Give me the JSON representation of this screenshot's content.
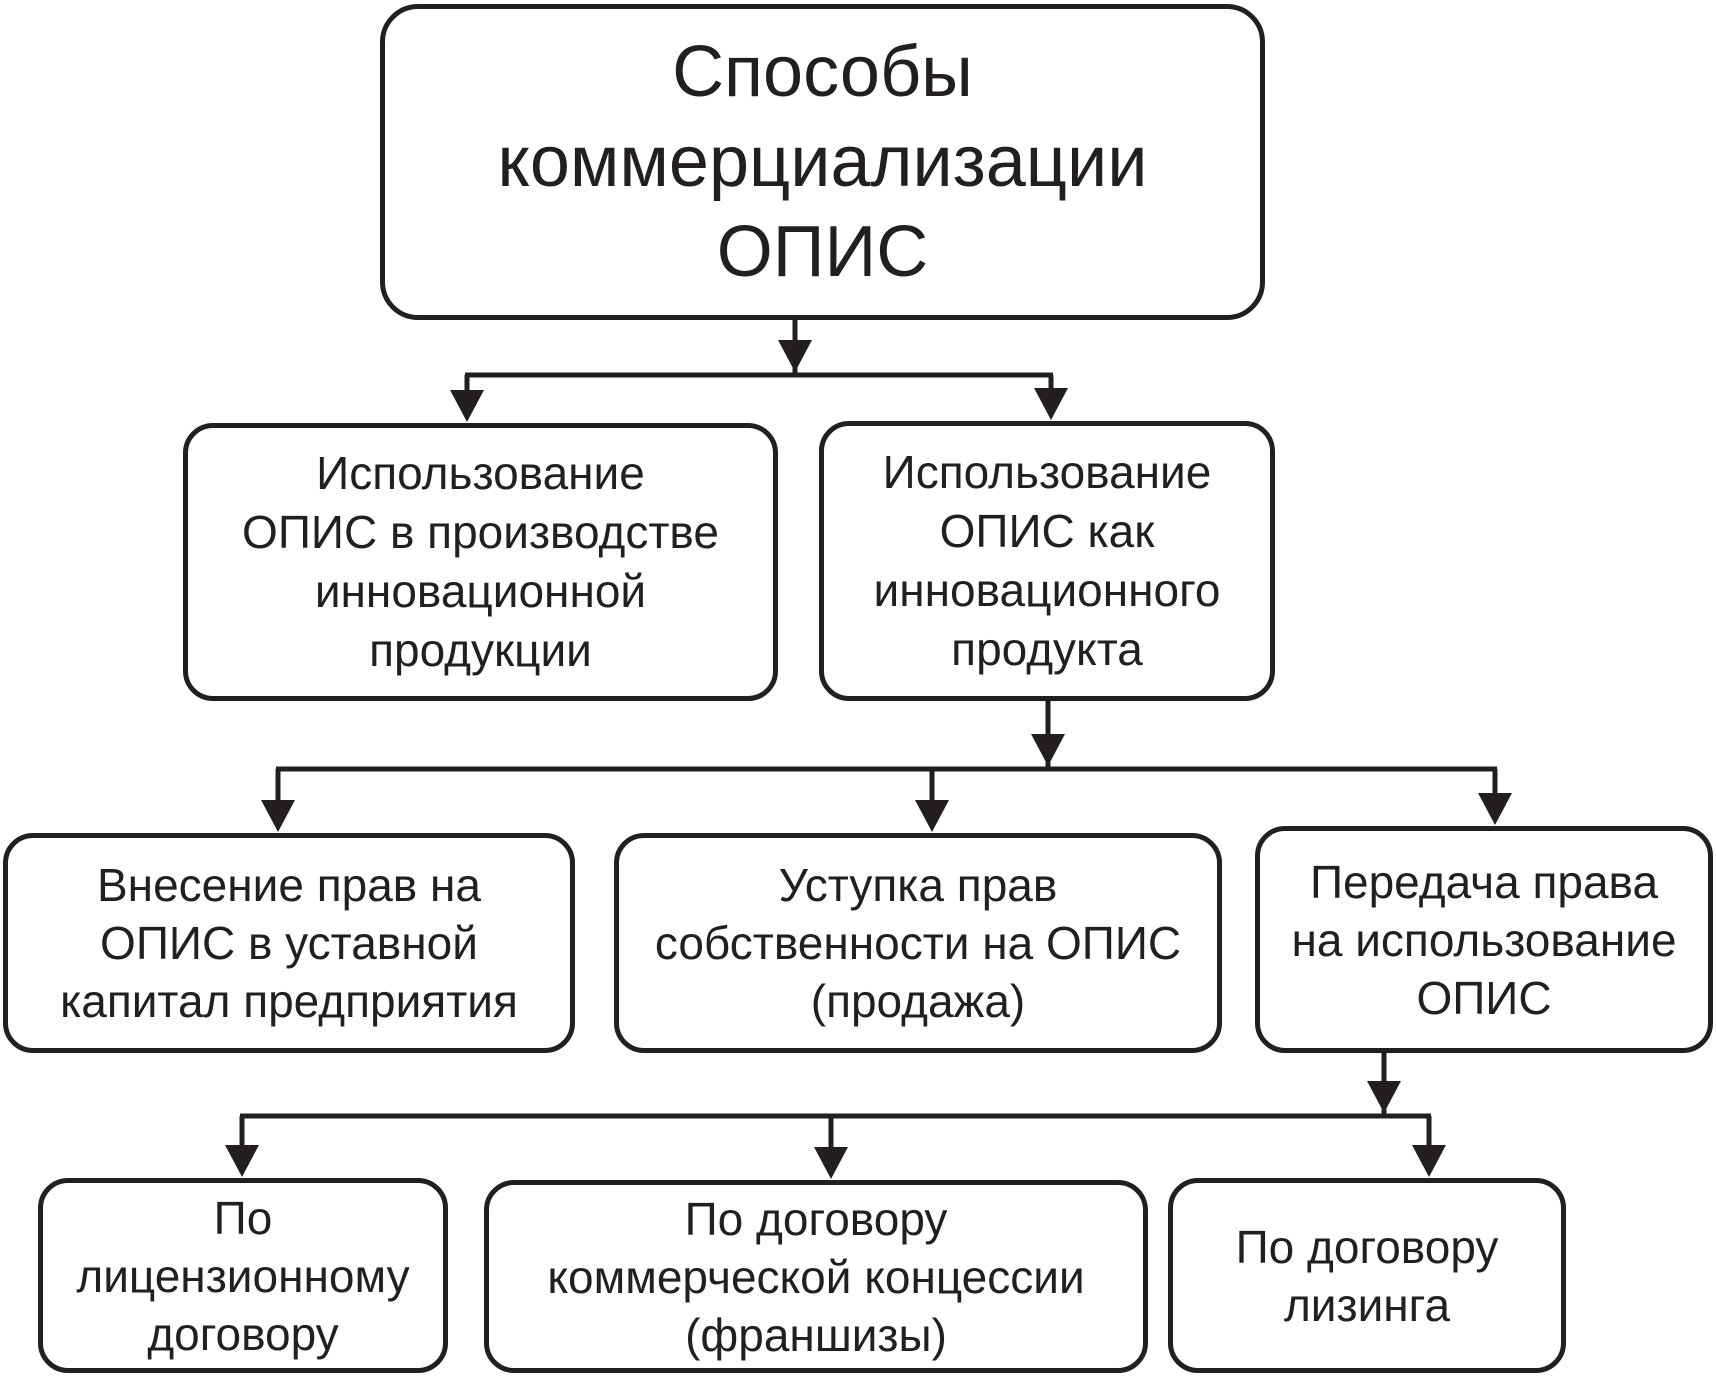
{
  "root": {
    "label": "Способы\nкоммерциализации\nОПИС"
  },
  "level2": [
    {
      "label": "Использование\nОПИС в производстве\nинновационной\nпродукции"
    },
    {
      "label": "Использование\nОПИС как\nинновационного\nпродукта"
    }
  ],
  "level3": [
    {
      "label": "Внесение прав на\nОПИС в уставной\nкапитал предприятия"
    },
    {
      "label": "Уступка прав\nсобственности на ОПИС\n(продажа)"
    },
    {
      "label": "Передача права\nна использование\nОПИС"
    }
  ],
  "level4": [
    {
      "label": "По\nлицензионному\nдоговору"
    },
    {
      "label": "По договору\nкоммерческой концессии\n(франшизы)"
    },
    {
      "label": "По договору\nлизинга"
    }
  ],
  "colors": {
    "stroke": "#231f20",
    "background": "#ffffff"
  }
}
